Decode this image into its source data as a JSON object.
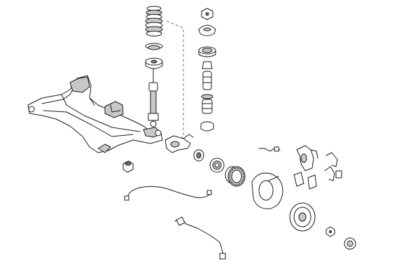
{
  "diagram": {
    "type": "exploded-parts-view",
    "colors": {
      "line": "#1a1a1a",
      "shade": "#c8c8c8",
      "dark": "#7a7a7a",
      "background": "#ffffff"
    },
    "parts": [
      "subframe",
      "subframe-bracket",
      "coil-spring",
      "spring-seat",
      "shock-absorber",
      "top-mount-nut",
      "top-mount",
      "strut-bearing",
      "bump-stop",
      "dust-boot",
      "lower-spring-seat",
      "wishbone",
      "bushing",
      "stabilizer-bushing",
      "wheel-bearing",
      "drive-shaft-seal",
      "abs-ring",
      "abs-sensor",
      "brake-hose",
      "wear-indicator",
      "brake-caliper",
      "brake-pads",
      "pad-clips",
      "dust-shield",
      "brake-disc",
      "hub-nut",
      "hub-cap",
      "stabilizer-link"
    ]
  }
}
